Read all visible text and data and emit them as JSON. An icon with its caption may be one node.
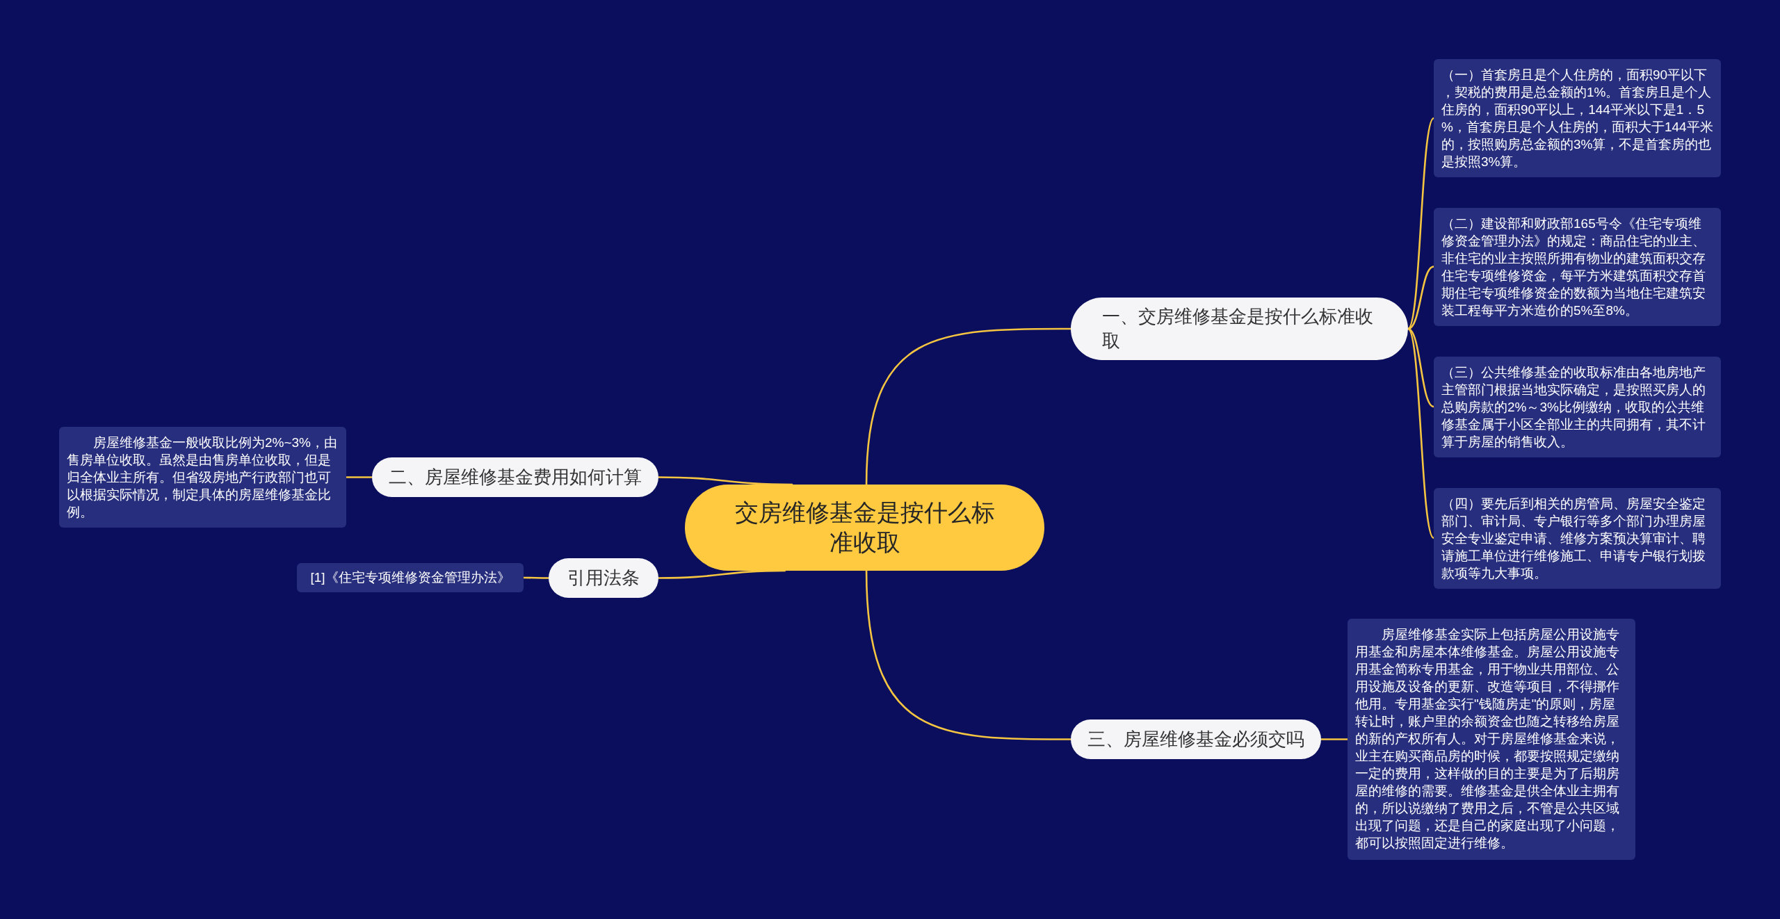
{
  "diagram": {
    "nodes": [
      {
        "text": [
          "交房维修基金是按什么标准收取"
        ]
      },
      {
        "text": [
          "一、交房维修基金是按什么标准收取"
        ]
      },
      {
        "text": [
          "（一）首套房且是个人住房的，面积90平以下，契税的费用是总金额的1%。首套房且是个人住房的，面积90平以上，144平米以下是1．5%，首套房且是个人住房的，面积大于144平米的，按照购房总金额的3%算，不是首套房的也是按照3%算。"
        ]
      },
      {
        "text": [
          "（二）建设部和财政部165号令《住宅专项维修资金管理办法》的规定：商品住宅的业主、非住宅的业主按照所拥有物业的建筑面积交存住宅专项维修资金，每平方米建筑面积交存首期住宅专项维修资金的数额为当地住宅建筑安装工程每平方米造价的5%至8%。"
        ]
      },
      {
        "text": [
          "（三）公共维修基金的收取标准由各地房地产主管部门根据当地实际确定，是按照买房人的总购房款的2%～3%比例缴纳，收取的公共维修基金属于小区全部业主的共同拥有，其不计算于房屋的销售收入。"
        ]
      },
      {
        "text": [
          "（四）要先后到相关的房管局、房屋安全鉴定部门、审计局、专户银行等多个部门办理房屋安全专业鉴定申请、维修方案预决算审计、聘请施工单位进行维修施工、申请专户银行划拨款项等九大事项。"
        ]
      },
      {
        "text": [
          "二、房屋维修基金费用如何计算"
        ]
      },
      {
        "text": [
          "房屋维修基金一般收取比例为2%~3%，由售房单位收取。虽然是由售房单位收取，但是归全体业主所有。但省级房地产行政部门也可以根据实际情况，制定具体的房屋维修基金比例。"
        ]
      },
      {
        "text": [
          "引用法条"
        ]
      },
      {
        "text": [
          "[1]《住宅专项维修资金管理办法》"
        ]
      },
      {
        "text": [
          "三、房屋维修基金必须交吗"
        ]
      },
      {
        "text": [
          "房屋维修基金实际上包括房屋公用设施专用基金和房屋本体维修基金。房屋公用设施专用基金简称专用基金，用于物业共用部位、公用设施及设备的更新、改造等项目，不得挪作他用。专用基金实行\"钱随房走\"的原则，房屋转让时，账户里的余额资金也随之转移给房屋的新的产权所有人。对于房屋维修基金来说，业主在购买商品房的时候，都要按照规定缴纳一定的费用，这样做的目的主要是为了后期房屋的维修的需要。维修基金是供全体业主拥有的，所以说缴纳了费用之后，不管是公共区域出现了问题，还是自己的家庭出现了小问题，都可以按照固定进行维修。"
        ]
      }
    ],
    "edges": [
      {
        "from": 0,
        "to": 1,
        "arrow": "none"
      },
      {
        "from": 1,
        "to": 2,
        "arrow": "none"
      },
      {
        "from": 1,
        "to": 3,
        "arrow": "none"
      },
      {
        "from": 1,
        "to": 4,
        "arrow": "none"
      },
      {
        "from": 1,
        "to": 5,
        "arrow": "none"
      },
      {
        "from": 0,
        "to": 6,
        "arrow": "none"
      },
      {
        "from": 6,
        "to": 7,
        "arrow": "none"
      },
      {
        "from": 0,
        "to": 8,
        "arrow": "none"
      },
      {
        "from": 8,
        "to": 9,
        "arrow": "none"
      },
      {
        "from": 0,
        "to": 10,
        "arrow": "none"
      },
      {
        "from": 10,
        "to": 11,
        "arrow": "none"
      }
    ]
  }
}
